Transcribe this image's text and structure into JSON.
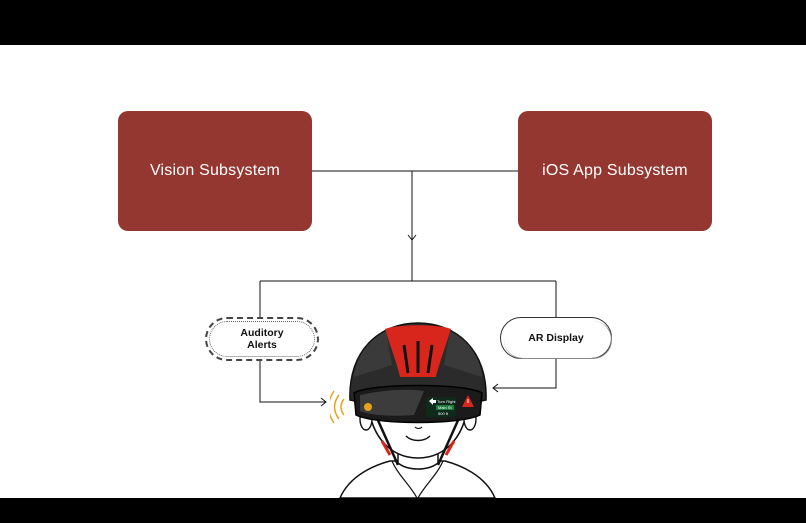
{
  "boxes": {
    "vision": "Vision Subsystem",
    "ios": "iOS App Subsystem"
  },
  "outputs": {
    "auditory": "Auditory Alerts",
    "ar_display": "AR Display"
  },
  "hud": {
    "instruction": "Turn Right",
    "street": "Main St",
    "distance": "500 ft"
  },
  "colors": {
    "box_fill": "#943731",
    "helmet_accent": "#d9261c",
    "helmet_shell": "#2b2b2b"
  },
  "icons": [
    "down-arrow-icon",
    "right-arrow-icon",
    "left-arrow-icon",
    "sound-wave-icon",
    "warning-icon",
    "turn-arrow-icon"
  ]
}
